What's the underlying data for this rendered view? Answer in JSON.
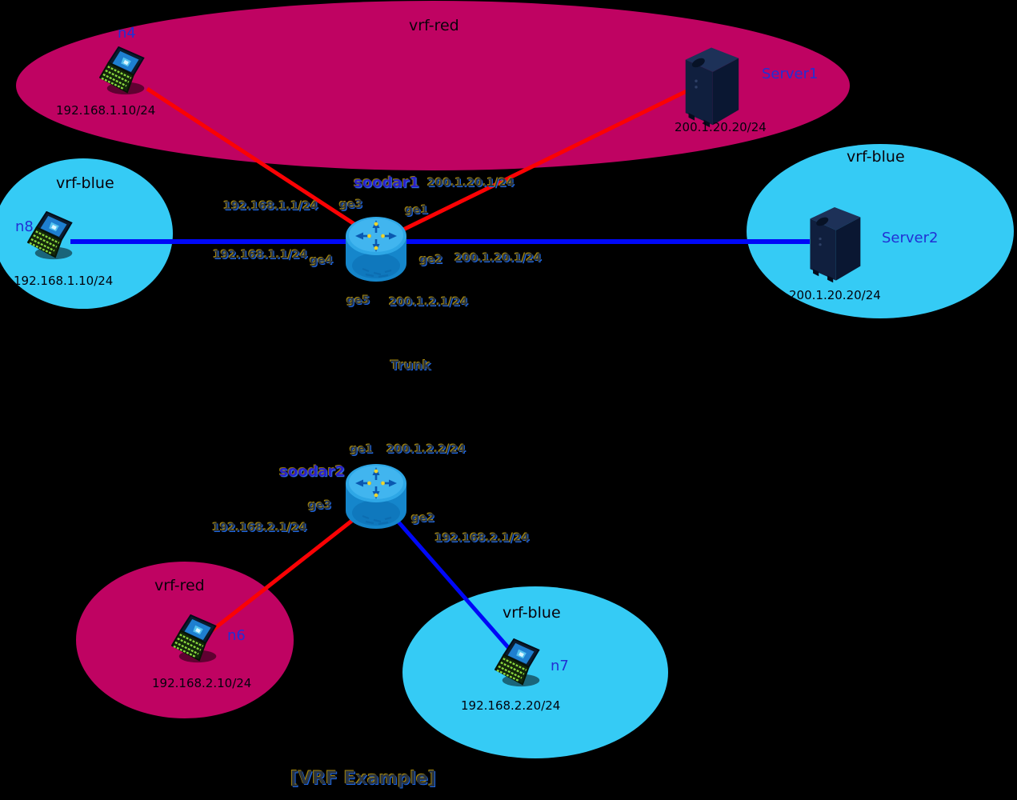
{
  "colors": {
    "vrf_red": "#BF0362",
    "vrf_blue": "#35CBF5",
    "link_red": "#FB0204",
    "link_blue": "#0008F8",
    "trunk_link": "#000000",
    "node_name_blue": "#2230D4"
  },
  "zones": {
    "top_red": {
      "label": "vrf-red"
    },
    "left_blue": {
      "label": "vrf-blue"
    },
    "right_blue": {
      "label": "vrf-blue"
    },
    "bottom_red": {
      "label": "vrf-red"
    },
    "bottom_blue": {
      "label": "vrf-blue"
    }
  },
  "nodes": {
    "n4": {
      "name": "n4",
      "ip": "192.168.1.10/24"
    },
    "server1": {
      "name": "Server1",
      "ip": "200.1.20.20/24"
    },
    "n8": {
      "name": "n8",
      "ip": "192.168.1.10/24"
    },
    "server2": {
      "name": "Server2",
      "ip": "200.1.20.20/24"
    },
    "soodar1": {
      "name": "soodar1"
    },
    "soodar2": {
      "name": "soodar2"
    },
    "n6": {
      "name": "n6",
      "ip": "192.168.2.10/24"
    },
    "n7": {
      "name": "n7",
      "ip": "192.168.2.20/24"
    }
  },
  "interfaces": {
    "soodar1": {
      "ge3": {
        "name": "ge3",
        "ip": "192.168.1.1/24"
      },
      "ge1": {
        "name": "ge1",
        "ip": "200.1.20.1/24"
      },
      "ge4": {
        "name": "ge4",
        "ip": "192.168.1.1/24"
      },
      "ge2": {
        "name": "ge2",
        "ip": "200.1.20.1/24"
      },
      "ge5": {
        "name": "ge5",
        "ip": "200.1.2.1/24"
      }
    },
    "soodar2": {
      "ge1": {
        "name": "ge1",
        "ip": "200.1.2.2/24"
      },
      "ge3": {
        "name": "ge3",
        "ip": "192.168.2.1/24"
      },
      "ge2": {
        "name": "ge2",
        "ip": "192.168.2.1/24"
      }
    }
  },
  "labels": {
    "trunk": "Trunk",
    "caption": "[VRF Example]"
  }
}
